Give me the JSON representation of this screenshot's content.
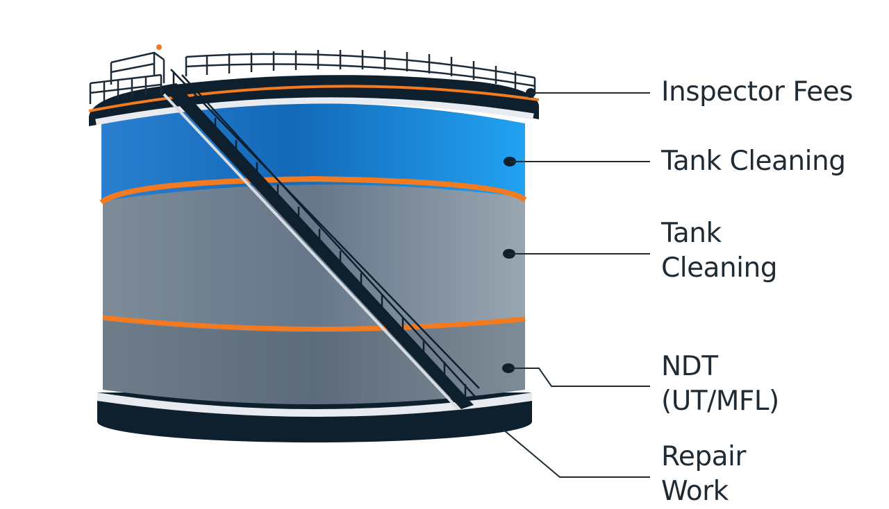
{
  "labels": {
    "inspector_fees": "Inspector Fees",
    "tank_cleaning_1": "Tank Cleaning",
    "tank_cleaning_2": "Tank\nCleaning",
    "ndt": "NDT\n(UT/MFL)",
    "repair_work": "Repair\nWork"
  },
  "colors": {
    "upper_shell": "#1f8fe0",
    "lower_shell": "#6f7f8d",
    "bands": "#f47a1f",
    "base": "#0e1f2e",
    "text": "#1f2a33"
  }
}
